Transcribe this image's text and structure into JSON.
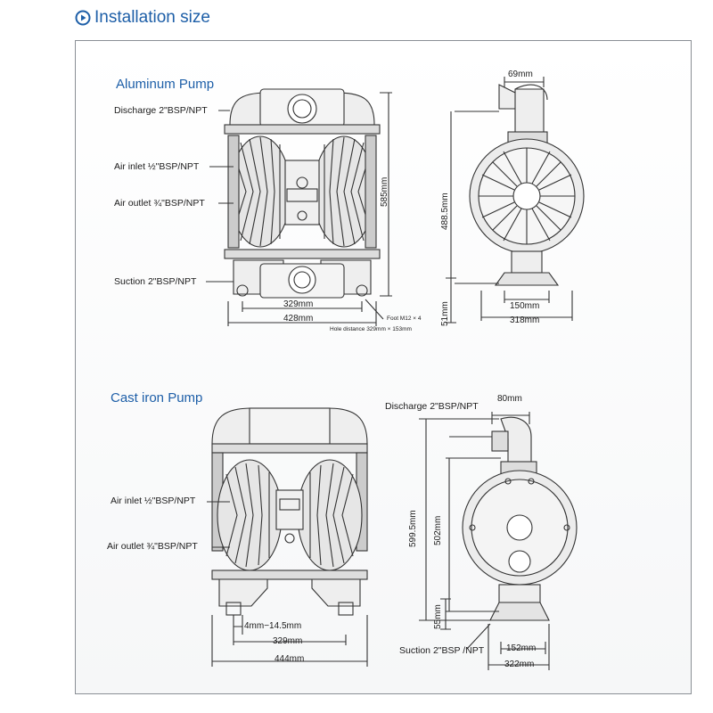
{
  "header": {
    "title": "Installation size",
    "icon": "play-circle-icon"
  },
  "aluminum": {
    "title": "Aluminum Pump",
    "discharge": "Discharge 2\"BSP/NPT",
    "air_inlet": "Air inlet ½\"BSP/NPT",
    "air_outlet": "Air outlet ¾\"BSP/NPT",
    "suction": "Suction 2\"BSP/NPT",
    "dim_329": "329mm",
    "dim_428": "428mm",
    "dim_585": "585mm",
    "foot": "Foot M12 × 4",
    "hole_distance": "Hole distance 329mm × 153mm",
    "dim_69": "69mm",
    "dim_488": "488.5mm",
    "dim_51": "51mm",
    "dim_150": "150mm",
    "dim_318": "318mm"
  },
  "castiron": {
    "title": "Cast iron Pump",
    "air_inlet": "Air inlet ½\"BSP/NPT",
    "air_outlet": "Air outlet ¾\"BSP/NPT",
    "dim_4_14": "4mm−14.5mm",
    "dim_329": "329mm",
    "dim_444": "444mm",
    "discharge": "Discharge 2\"BSP/NPT",
    "dim_80": "80mm",
    "dim_599": "599.5mm",
    "dim_502": "502mm",
    "dim_55": "55mm",
    "suction": "Suction 2\"BSP /NPT",
    "dim_152": "152mm",
    "dim_322": "322mm"
  },
  "colors": {
    "accent": "#1e5fa8",
    "line": "#333333",
    "frame": "#8a8f95"
  }
}
